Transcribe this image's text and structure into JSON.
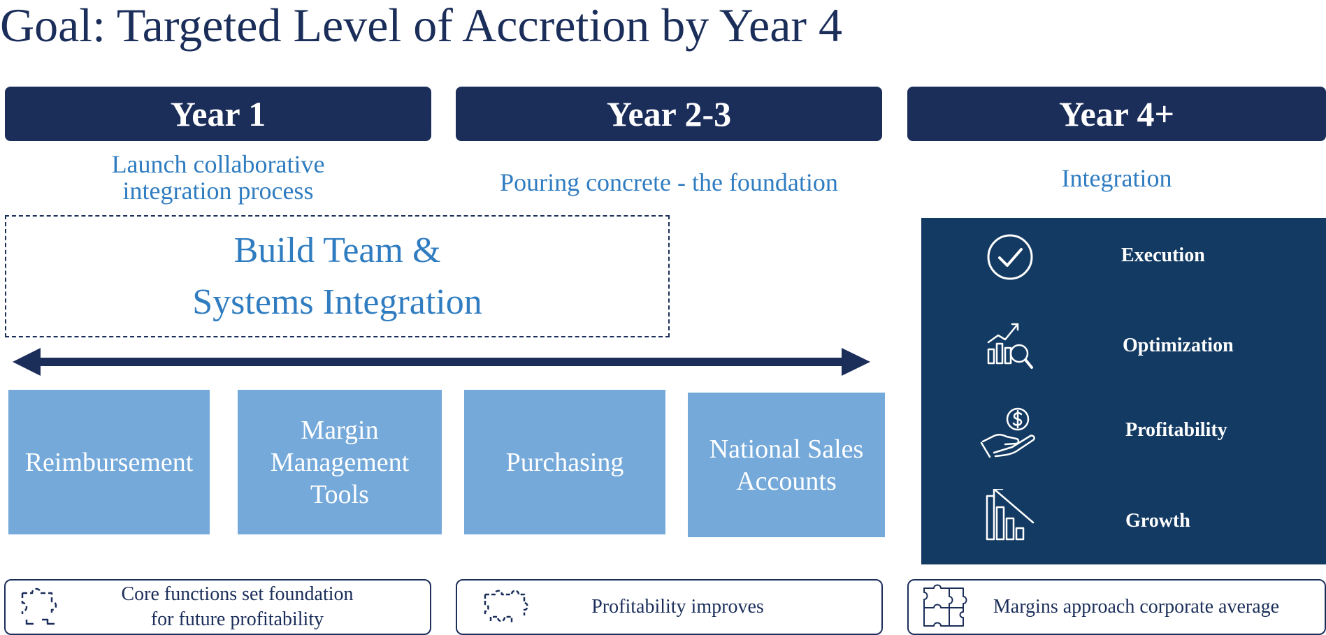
{
  "title": "Goal: Targeted Level of Accretion by Year 4",
  "years": [
    {
      "label": "Year 1",
      "subtitle_line1": "Launch collaborative",
      "subtitle_line2": "integration process"
    },
    {
      "label": "Year 2-3",
      "subtitle": "Pouring concrete - the foundation"
    },
    {
      "label": "Year 4+",
      "subtitle": "Integration"
    }
  ],
  "build": {
    "line1": "Build Team &",
    "line2": "Systems Integration"
  },
  "functions": [
    {
      "lines": [
        "Reimbursement"
      ]
    },
    {
      "lines": [
        "Margin",
        "Management",
        "Tools"
      ]
    },
    {
      "lines": [
        "Purchasing"
      ]
    },
    {
      "lines": [
        "National Sales",
        "Accounts"
      ]
    }
  ],
  "year4_items": [
    {
      "label": "Execution",
      "icon": "check-circle-icon"
    },
    {
      "label": "Optimization",
      "icon": "chart-magnifier-icon"
    },
    {
      "label": "Profitability",
      "icon": "hand-coin-icon"
    },
    {
      "label": "Growth",
      "icon": "declining-bars-icon"
    }
  ],
  "footers": [
    {
      "line1": "Core functions set foundation",
      "line2": "for future profitability",
      "icon": "puzzle-piece-icon"
    },
    {
      "text": "Profitability improves",
      "icon": "puzzle-partial-icon"
    },
    {
      "text": "Margins approach corporate average",
      "icon": "puzzle-complete-icon"
    }
  ],
  "colors": {
    "navy": "#1b2e5a",
    "panel": "#133a62",
    "accent_text": "#2f7cc0",
    "box_fill": "#74a9da"
  }
}
